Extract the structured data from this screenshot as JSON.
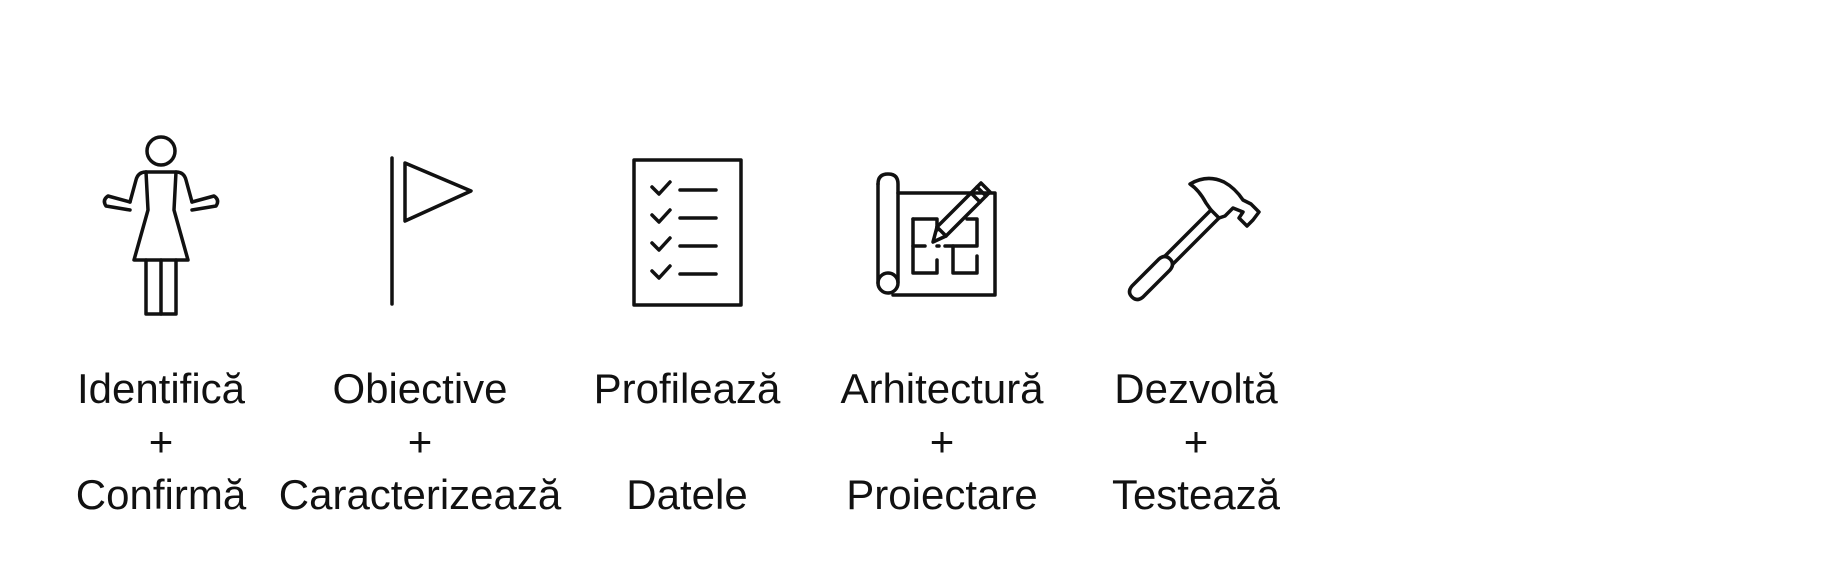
{
  "steps": [
    {
      "icon": "person-woman-shrug-icon",
      "line1": "Identifică",
      "line2": "+",
      "line3": "Confirmă"
    },
    {
      "icon": "flag-icon",
      "line1": "Obiective",
      "line2": "+",
      "line3": "Caracterizează"
    },
    {
      "icon": "checklist-icon",
      "line1": "Profilează",
      "line2": "",
      "line3": "Datele"
    },
    {
      "icon": "blueprint-pencil-icon",
      "line1": "Arhitectură",
      "line2": "+",
      "line3": "Proiectare"
    },
    {
      "icon": "hammer-icon",
      "line1": "Dezvoltă",
      "line2": "+",
      "line3": "Testează"
    }
  ],
  "colors": {
    "stroke": "#111111",
    "background": "#ffffff"
  }
}
